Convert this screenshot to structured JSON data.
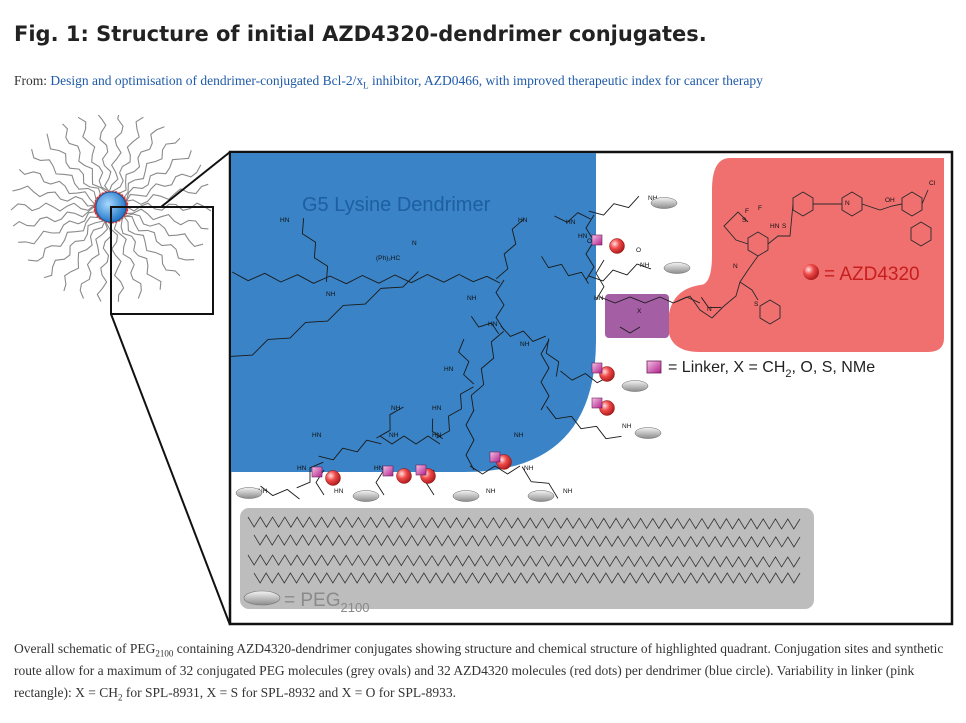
{
  "figure": {
    "title": "Fig. 1: Structure of initial AZD4320-dendrimer conjugates.",
    "from_label": "From:",
    "article_link": {
      "before_sub": "Design and optimisation of dendrimer-conjugated Bcl-2/x",
      "sub": "L",
      "after_sub": " inhibitor, AZD0466, with improved therapeutic index for cancer therapy"
    }
  },
  "diagram": {
    "dendrimer_label": "G5 Lysine Dendrimer",
    "azd_legend": "= AZD4320",
    "linker_legend": {
      "before": "= Linker, X = CH",
      "sub": "2",
      "after": ", O, S, NMe"
    },
    "peg_legend": {
      "before": "= PEG",
      "sub": "2100"
    },
    "atom_labels": {
      "hn": "HN",
      "nh": "NH",
      "n": "N",
      "o": "O",
      "x": "X",
      "cl": "Cl",
      "oh": "OH",
      "f": "F",
      "s": "S",
      "pho": "(Ph)₂HC"
    },
    "colors": {
      "dendrimer_blue": "#3a83c6",
      "azd_red": "#f07070",
      "linker_purple": "#a45ea4",
      "peg_grey": "#bdbdbd",
      "frame": "#111111"
    }
  },
  "caption": {
    "p1": "Overall schematic of PEG",
    "sub1": "2100",
    "p2": " containing AZD4320-dendrimer conjugates showing structure and chemical structure of highlighted quadrant. Conjugation sites and synthetic route allow for a maximum of 32 conjugated PEG molecules (grey ovals) and 32 AZD4320 molecules (red dots) per dendrimer (blue circle). Variability in linker (pink rectangle): X = CH",
    "sub2": "2",
    "p3": " for SPL-8931, X = S for SPL-8932 and X = O for SPL-8933."
  }
}
